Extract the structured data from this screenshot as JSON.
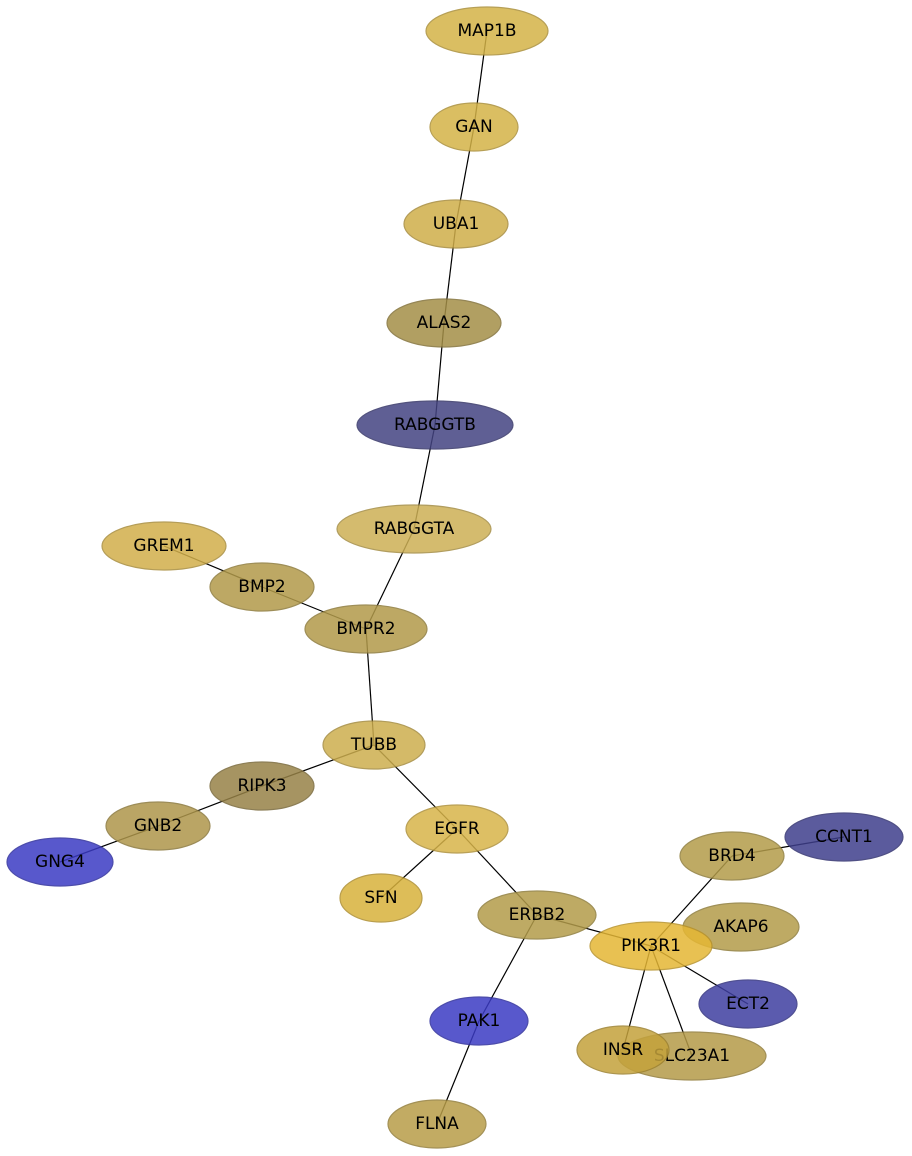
{
  "network": {
    "nodes": [
      {
        "id": "MAP1B",
        "label": "MAP1B",
        "fill": "#d4b347"
      },
      {
        "id": "GAN",
        "label": "GAN",
        "fill": "#d4b347"
      },
      {
        "id": "UBA1",
        "label": "UBA1",
        "fill": "#d0ae4a"
      },
      {
        "id": "ALAS2",
        "label": "ALAS2",
        "fill": "#a48f47"
      },
      {
        "id": "RABGGTB",
        "label": "RABGGTB",
        "fill": "#444482"
      },
      {
        "id": "RABGGTA",
        "label": "RABGGTA",
        "fill": "#cdb055"
      },
      {
        "id": "GREM1",
        "label": "GREM1",
        "fill": "#d2af4b"
      },
      {
        "id": "BMP2",
        "label": "BMP2",
        "fill": "#b29a4a"
      },
      {
        "id": "BMPR2",
        "label": "BMPR2",
        "fill": "#b29a4a"
      },
      {
        "id": "TUBB",
        "label": "TUBB",
        "fill": "#cdae4e"
      },
      {
        "id": "RIPK3",
        "label": "RIPK3",
        "fill": "#978247"
      },
      {
        "id": "GNB2",
        "label": "GNB2",
        "fill": "#ae964b"
      },
      {
        "id": "GNG4",
        "label": "GNG4",
        "fill": "#3b3bc4"
      },
      {
        "id": "EGFR",
        "label": "EGFR",
        "fill": "#d8b449"
      },
      {
        "id": "SFN",
        "label": "SFN",
        "fill": "#d8b23c"
      },
      {
        "id": "ERBB2",
        "label": "ERBB2",
        "fill": "#b39c4a"
      },
      {
        "id": "PAK1",
        "label": "PAK1",
        "fill": "#3b3bc4"
      },
      {
        "id": "FLNA",
        "label": "FLNA",
        "fill": "#b89d48"
      },
      {
        "id": "PIK3R1",
        "label": "PIK3R1",
        "fill": "#e5b735"
      },
      {
        "id": "BRD4",
        "label": "BRD4",
        "fill": "#b39c4a"
      },
      {
        "id": "CCNT1",
        "label": "CCNT1",
        "fill": "#3f3f8c"
      },
      {
        "id": "AKAP6",
        "label": "AKAP6",
        "fill": "#b39c4a"
      },
      {
        "id": "ECT2",
        "label": "ECT2",
        "fill": "#3f3fa0"
      },
      {
        "id": "INSR",
        "label": "INSR",
        "fill": "#c4a23c"
      },
      {
        "id": "SLC23A1",
        "label": "SLC23A1",
        "fill": "#b59b48"
      }
    ],
    "edges": [
      [
        "MAP1B",
        "GAN"
      ],
      [
        "GAN",
        "UBA1"
      ],
      [
        "UBA1",
        "ALAS2"
      ],
      [
        "ALAS2",
        "RABGGTB"
      ],
      [
        "RABGGTB",
        "RABGGTA"
      ],
      [
        "RABGGTA",
        "BMPR2"
      ],
      [
        "GREM1",
        "BMP2"
      ],
      [
        "BMP2",
        "BMPR2"
      ],
      [
        "BMPR2",
        "TUBB"
      ],
      [
        "TUBB",
        "RIPK3"
      ],
      [
        "RIPK3",
        "GNB2"
      ],
      [
        "GNB2",
        "GNG4"
      ],
      [
        "TUBB",
        "EGFR"
      ],
      [
        "EGFR",
        "SFN"
      ],
      [
        "EGFR",
        "ERBB2"
      ],
      [
        "ERBB2",
        "PAK1"
      ],
      [
        "PAK1",
        "FLNA"
      ],
      [
        "ERBB2",
        "PIK3R1"
      ],
      [
        "PIK3R1",
        "BRD4"
      ],
      [
        "BRD4",
        "CCNT1"
      ],
      [
        "PIK3R1",
        "ECT2"
      ],
      [
        "PIK3R1",
        "INSR"
      ],
      [
        "PIK3R1",
        "SLC23A1"
      ]
    ]
  }
}
